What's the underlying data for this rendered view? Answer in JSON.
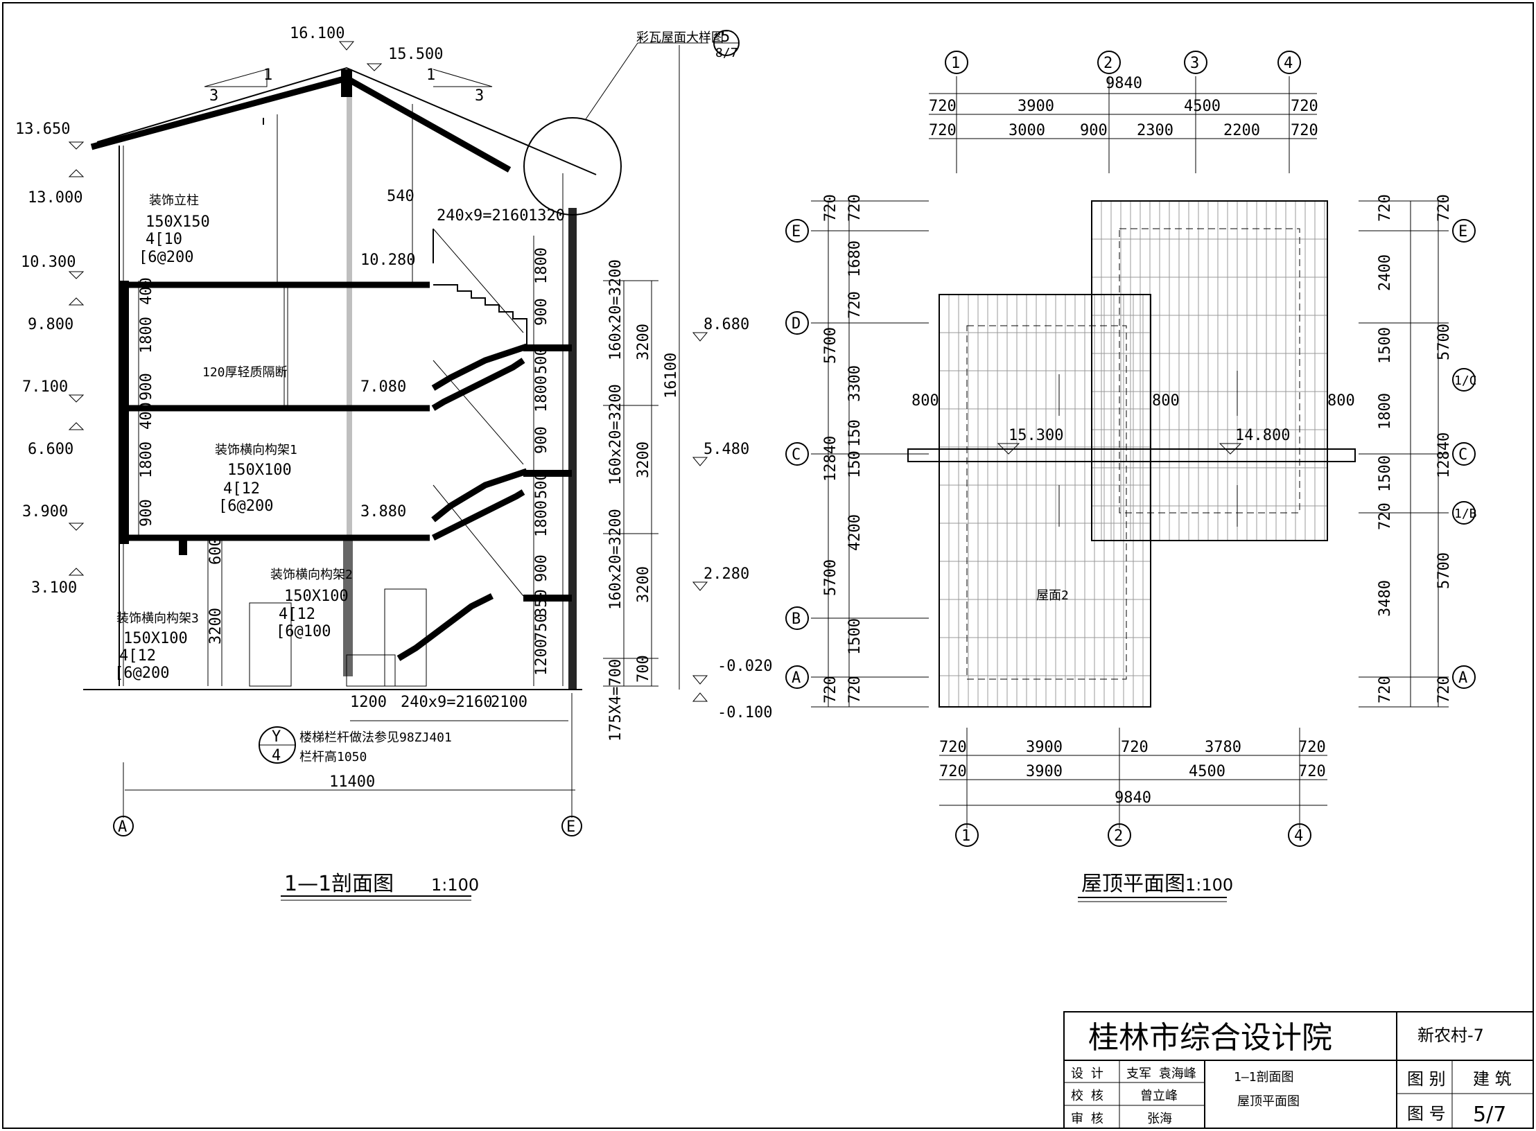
{
  "section": {
    "title": "1—1剖面图",
    "scale": "1:100",
    "elevations_left": [
      "13.650",
      "13.000",
      "10.300",
      "9.800",
      "7.100",
      "6.600",
      "3.900",
      "3.100"
    ],
    "elevations_top": [
      "16.100",
      "15.500"
    ],
    "elevations_right": [
      "8.680",
      "5.480",
      "2.280",
      "-0.020",
      "-0.100"
    ],
    "floor_levels": [
      "10.280",
      "7.080",
      "3.880"
    ],
    "slope": {
      "rise": "1",
      "run": "3"
    },
    "labels": {
      "post": "装饰立柱",
      "post_size": "150X150",
      "post_bar": "4[10",
      "post_stirrup": "[6@200",
      "frame1": "装饰横向构架1",
      "frame1_size": "150X100",
      "frame1_bar": "4[12",
      "frame1_stirrup": "[6@200",
      "frame2": "装饰横向构架2",
      "frame2_size": "150X100",
      "frame2_bar": "4[12",
      "frame2_stirrup": "[6@100",
      "frame3": "装饰横向构架3",
      "frame3_size": "150X100",
      "frame3_bar": "4[12",
      "frame3_stirrup": "[6@200",
      "partition": "120厚轻质隔断",
      "roof_detail": "彩瓦屋面大样图",
      "detail_no": "5",
      "detail_sheet": "8/7",
      "rail_note": "楼梯栏杆做法参见98ZJ401",
      "rail_height": "栏杆高1050",
      "rail_ref_top": "Y",
      "rail_ref_bottom": "4"
    },
    "dims_vertical_left": [
      "400",
      "1800",
      "900",
      "400",
      "1800",
      "900",
      "600",
      "3200"
    ],
    "dims_stair": [
      "1800",
      "900",
      "500",
      "1800",
      "900",
      "500",
      "1800",
      "900",
      "350",
      "750",
      "1200"
    ],
    "dims_stair_top": "240x9=2160",
    "dims_top_right": "1320",
    "dim_540": "540",
    "dims_right_outer": [
      "160x20=3200",
      "160x20=3200",
      "160x20=3200",
      "175X4=700"
    ],
    "dims_right_inner": [
      "3200",
      "3200",
      "3200",
      "700"
    ],
    "dim_total_height": "16100",
    "dims_bottom": [
      "1200",
      "240x9=2160",
      "2100"
    ],
    "dim_total_width": "11400",
    "axes": [
      "A",
      "E"
    ]
  },
  "roof_plan": {
    "title": "屋顶平面图",
    "scale": "1:100",
    "axes_top": [
      "1",
      "2",
      "3",
      "4"
    ],
    "axes_bottom": [
      "1",
      "2",
      "4"
    ],
    "axes_left": [
      "E",
      "D",
      "C",
      "B",
      "A"
    ],
    "axes_right": [
      "E",
      "1/C",
      "C",
      "1/B",
      "A"
    ],
    "dims_top_total": "9840",
    "dims_top_row1": [
      "720",
      "3900",
      "4500",
      "720"
    ],
    "dims_top_row2": [
      "720",
      "3000",
      "900",
      "2300",
      "2200",
      "720"
    ],
    "dims_bottom_row1": [
      "720",
      "3900",
      "720",
      "3780",
      "720"
    ],
    "dims_bottom_row2": [
      "720",
      "3900",
      "4500",
      "720"
    ],
    "dims_bottom_total": "9840",
    "dims_left_outer": [
      "720",
      "5700",
      "12840",
      "5700",
      "720"
    ],
    "dims_left_inner": [
      "720",
      "1680",
      "720",
      "3300",
      "150",
      "150",
      "4200",
      "1500",
      "720"
    ],
    "dims_right_outer": [
      "720",
      "5700",
      "12840",
      "5700",
      "720"
    ],
    "dims_right_inner": [
      "720",
      "2400",
      "1500",
      "1800",
      "1500",
      "720",
      "3480",
      "720"
    ],
    "overhangs": [
      "800",
      "800",
      "800"
    ],
    "elevations": [
      "15.300",
      "14.800"
    ],
    "roof_label": "屋面2"
  },
  "title_block": {
    "company": "桂林市综合设计院",
    "project": "新农村-7",
    "design_label": "设  计",
    "design_names": "支军 袁海峰",
    "check_label": "校  核",
    "check_name": "曾立峰",
    "review_label": "审  核",
    "review_name": "张海",
    "content_1": "1—1剖面图",
    "content_2": "屋顶平面图",
    "category_label": "图  别",
    "category_value": "建  筑",
    "number_label": "图  号",
    "number_value": "5/7"
  }
}
